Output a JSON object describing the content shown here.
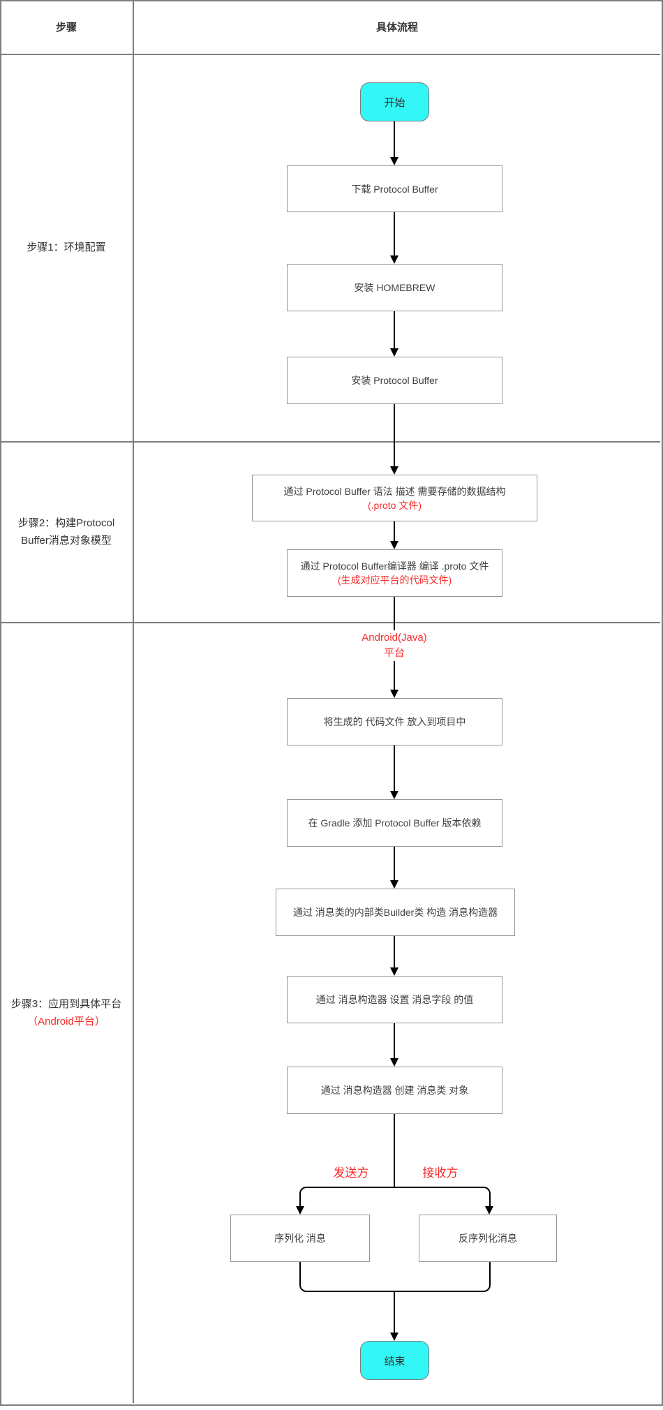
{
  "table": {
    "header": {
      "col_steps": "步骤",
      "col_process": "具体流程"
    },
    "rows": [
      {
        "label": "步骤1：环境配置",
        "label_red": ""
      },
      {
        "label": "步骤2：构建Protocol Buffer消息对象模型",
        "label_red": ""
      },
      {
        "label": "步骤3：应用到具体平台",
        "label_red": "（Android平台）"
      }
    ]
  },
  "flow": {
    "start": "开始",
    "download_pb": "下载 Protocol Buffer",
    "install_homebrew": "安装 HOMEBREW",
    "install_pb": "安装 Protocol Buffer",
    "define_proto": "通过 Protocol Buffer 语法 描述 需要存储的数据结构",
    "define_proto_note": "(.proto 文件)",
    "compile_proto": "通过 Protocol Buffer编译器 编译 .proto 文件",
    "compile_proto_note": "(生成对应平台的代码文件)",
    "platform_label_line1": "Android(Java)",
    "platform_label_line2": "平台",
    "add_code_files": "将生成的 代码文件 放入到项目中",
    "gradle_dependency": "在 Gradle 添加 Protocol Buffer 版本依赖",
    "build_builder": "通过 消息类的内部类Builder类 构造 消息构造器",
    "set_fields": "通过 消息构造器 设置 消息字段 的值",
    "create_object": "通过 消息构造器 创建 消息类 对象",
    "sender_label": "发送方",
    "receiver_label": "接收方",
    "serialize": "序列化 消息",
    "deserialize": "反序列化消息",
    "end": "结束"
  },
  "colors": {
    "terminal_fill": "#33f6f6",
    "red_accent": "#fa2a2a",
    "line_black": "#000000",
    "box_border": "#949494",
    "table_border": "#7e7e7e"
  }
}
